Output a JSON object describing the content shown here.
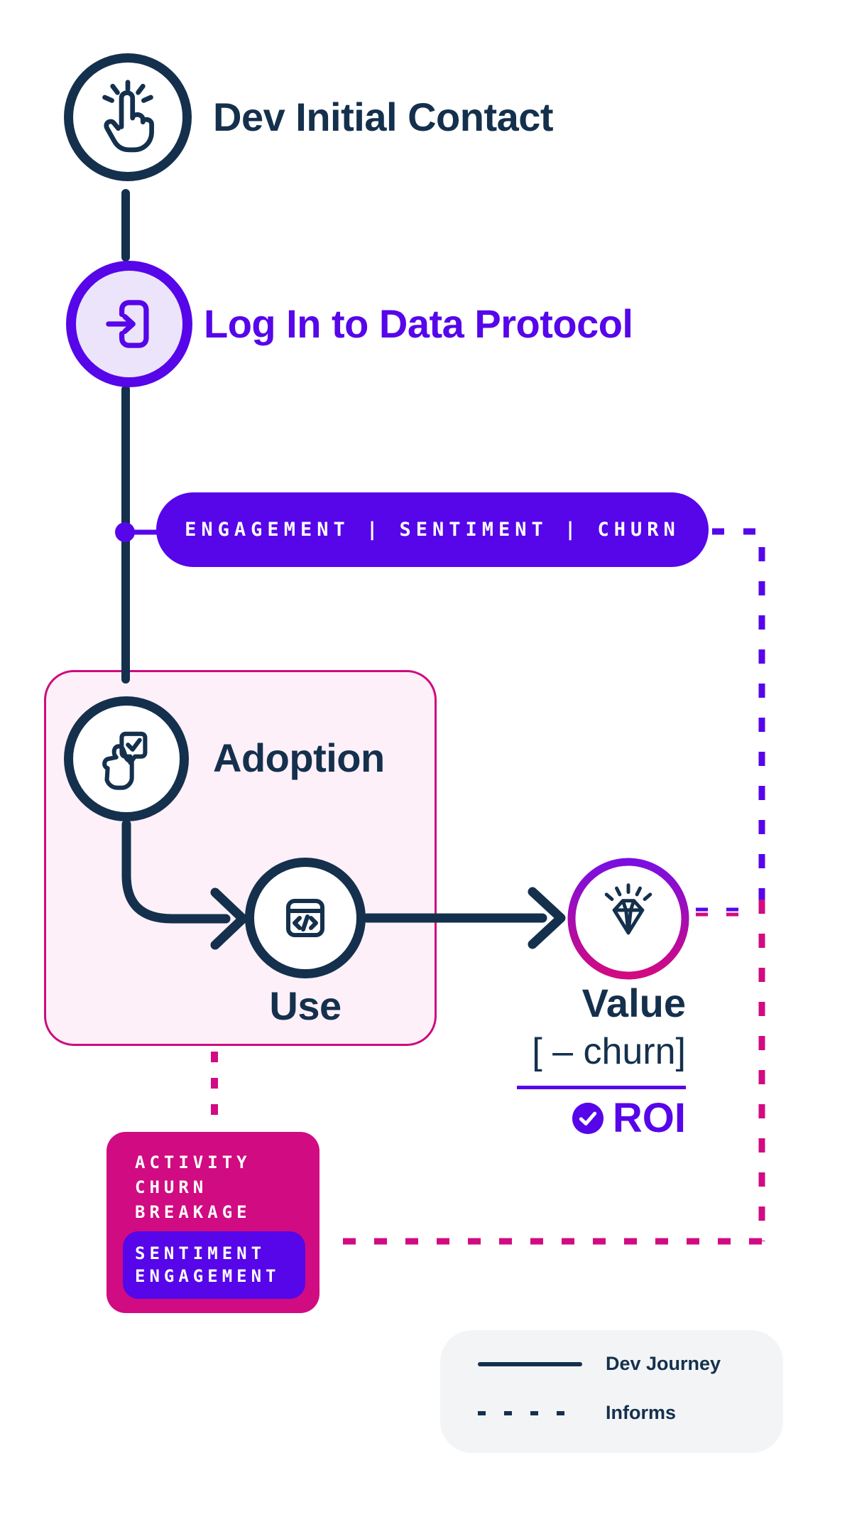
{
  "palette": {
    "navy": "#14304d",
    "purple": "#5606e9",
    "purple_light_fill": "#ece4fb",
    "magenta": "#d10b81",
    "pink_light_fill": "#fdf0f8",
    "legend_bg": "#f3f4f6",
    "value_ring_gradient_top": "#7a0fe0",
    "value_ring_gradient_bottom": "#d10b81"
  },
  "journey": {
    "step_initial_contact": {
      "label": "Dev Initial Contact",
      "icon": "tap-icon"
    },
    "step_login": {
      "label": "Log In to Data Protocol",
      "icon": "login-icon"
    },
    "metrics_pill": {
      "label": "ENGAGEMENT | SENTIMENT | CHURN"
    },
    "step_adoption": {
      "label": "Adoption",
      "icon": "thumbs-up-check-icon"
    },
    "step_use": {
      "label": "Use",
      "icon": "code-window-icon"
    },
    "step_value": {
      "label": "Value",
      "formula": "[ – churn]",
      "roi_label": "ROI",
      "icon": "diamond-icon",
      "roi_icon": "check-circle-icon"
    }
  },
  "signals_box": {
    "lines": [
      "ACTIVITY",
      "CHURN",
      "BREAKAGE"
    ],
    "highlighted": [
      "SENTIMENT",
      "ENGAGEMENT"
    ]
  },
  "legend": {
    "solid_label": "Dev Journey",
    "dashed_label": "Informs"
  }
}
